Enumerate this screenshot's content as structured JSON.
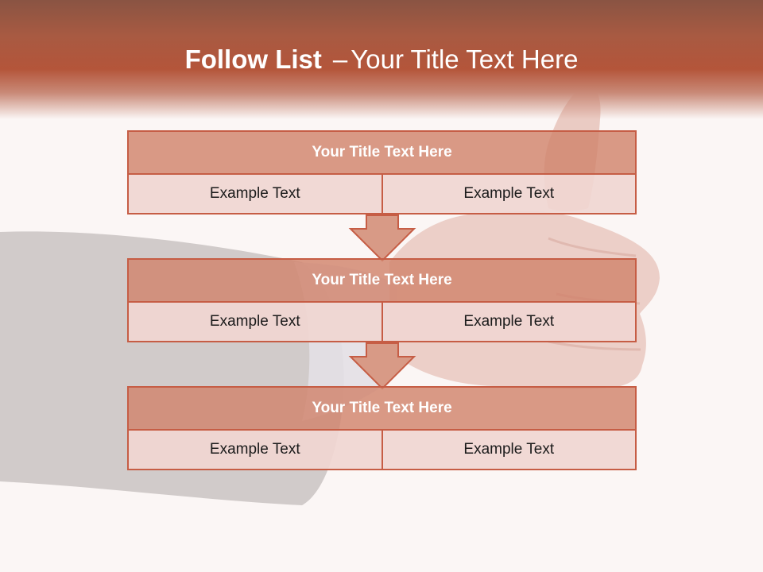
{
  "slide": {
    "title_bold": "Follow List",
    "title_dash": "–",
    "title_rest": "Your Title Text Here"
  },
  "colors": {
    "header": "#b4553a",
    "box_border": "#c65d45",
    "box_title_fill": "#d89a86",
    "box_cell_fill": "#efd6d1",
    "page_background": "#fbf6f5"
  },
  "blocks": [
    {
      "title": "Your Title Text Here",
      "left": "Example Text",
      "right": "Example Text"
    },
    {
      "title": "Your Title Text Here",
      "left": "Example Text",
      "right": "Example Text"
    },
    {
      "title": "Your Title Text Here",
      "left": "Example Text",
      "right": "Example Text"
    }
  ],
  "background_image": "thumbs-up-hand-icon"
}
